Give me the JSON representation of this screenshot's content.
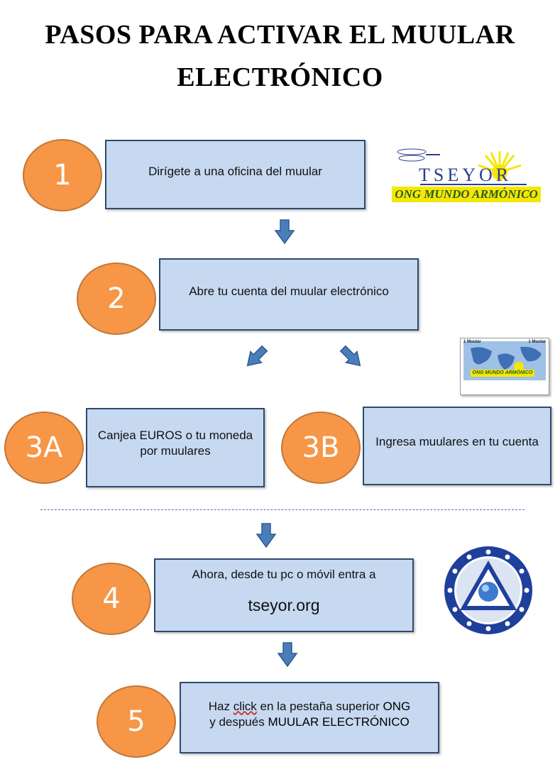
{
  "title": {
    "line1": "PASOS PARA ACTIVAR EL MUULAR",
    "line2": "ELECTRÓNICO"
  },
  "steps": {
    "s1": {
      "number": "1",
      "text": "Dirígete a una oficina del muular"
    },
    "s2": {
      "number": "2",
      "text": "Abre tu cuenta del muular electrónico"
    },
    "s3a": {
      "number": "3A",
      "line1": "Canjea EUROS o tu moneda",
      "line2": "por muulares"
    },
    "s3b": {
      "number": "3B",
      "text": "Ingresa muulares en tu cuenta"
    },
    "s4": {
      "number": "4",
      "text": "Ahora, desde tu pc o móvil entra a",
      "link": "tseyor.org"
    },
    "s5": {
      "number": "5",
      "line1_pre": "Haz ",
      "line1_click": "click",
      "line1_mid": " en la pestaña superior ",
      "line1_strong": "ONG",
      "line2_pre": "y después ",
      "line2_strong": "MUULAR ELECTRÓNICO"
    }
  },
  "logos": {
    "tseyor": {
      "wordmark": "TSEYOR",
      "subtitle": "ONG MUNDO ARMÓNICO"
    },
    "card": {
      "corner_left": "1 Muular",
      "corner_right": "1 Muular",
      "subtitle": "ONG MUNDO ARMÓNICO"
    }
  },
  "colors": {
    "circle_fill": "#f79646",
    "box_fill": "#c6d9f1",
    "box_border": "#2c4a6e",
    "arrow": "#4a7ebb",
    "logo_yellow": "#f5e800",
    "emblem_blue": "#1f3f9c"
  }
}
